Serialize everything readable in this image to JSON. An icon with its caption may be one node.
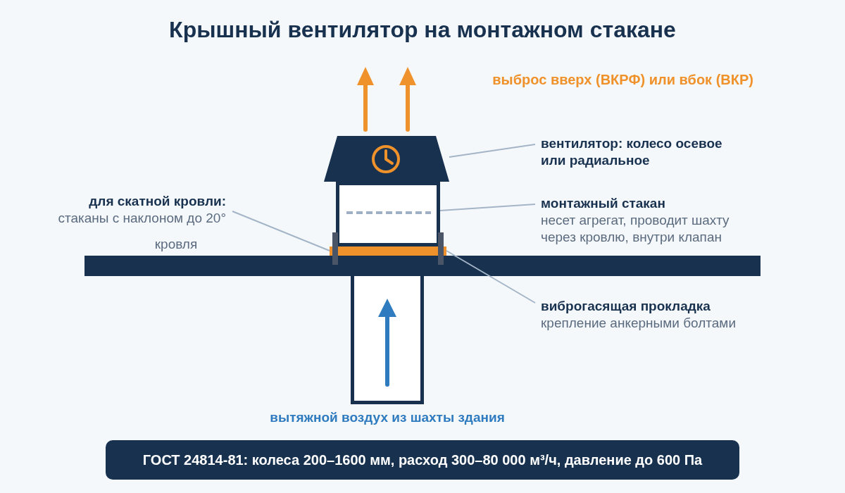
{
  "diagram": {
    "title": "Крышный вентилятор на монтажном стакане",
    "nodes": [
      {
        "text": [
          "вентилятор: колесо осевое или радиальное"
        ]
      },
      {
        "text": [],
        "shape": "trapezoid"
      },
      {
        "text": [],
        "shape": "box"
      },
      {
        "text": [
          "монтажный стакан",
          "несет агрегат, проводит шахту через кровлю, внутри клапан"
        ]
      },
      {
        "text": [
          "для скатной кровли:",
          "стаканы с наклоном до 20°"
        ]
      },
      {
        "text": [],
        "shape": "bar"
      },
      {
        "text": [],
        "shape": "bar",
        "beside": [
          "кровля"
        ]
      },
      {
        "text": [
          "виброгасящая прокладка",
          "крепление анкерными болтами"
        ]
      },
      {
        "text": [
          "ГОСТ 24814-81: колеса 200–1600 мм, расход 300–80 000 м³/ч, давление до 600 Па"
        ]
      }
    ],
    "edges": [
      {
        "from": 0,
        "to": 1,
        "arrow": "none"
      },
      {
        "from": 3,
        "to": 2,
        "arrow": "none"
      },
      {
        "from": 4,
        "to": 5,
        "arrow": "none"
      },
      {
        "from": 7,
        "to": 5,
        "arrow": "none"
      }
    ],
    "labels": [
      "выброс вверх (ВКРФ) или вбок (ВКР)",
      "вытяжной воздух из шахты здания"
    ]
  }
}
